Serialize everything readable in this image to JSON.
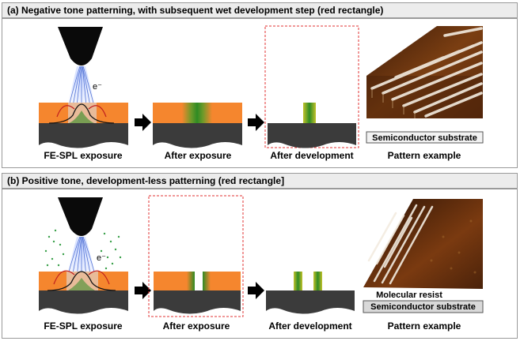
{
  "panel_a": {
    "title": "(a) Negative tone patterning, with subsequent wet development step (red rectangle)",
    "electron_label": "e⁻",
    "captions": [
      "FE-SPL exposure",
      "After exposure",
      "After development",
      "Pattern example"
    ],
    "image_label": "Semiconductor substrate"
  },
  "panel_b": {
    "title": "(b) Positive tone, development-less patterning (red rectangle]",
    "electron_label": "e⁻",
    "captions": [
      "FE-SPL exposure",
      "After exposure",
      "After development",
      "Pattern example"
    ],
    "image_labels": [
      "Molecular resist",
      "Semiconductor substrate"
    ]
  },
  "colors": {
    "resist": "#f5862e",
    "substrate": "#3b3b3b",
    "exposed": "#2e8b24",
    "highlight": "#e03030",
    "beam": "#3a5fcd",
    "tip": "#0a0a0a"
  }
}
